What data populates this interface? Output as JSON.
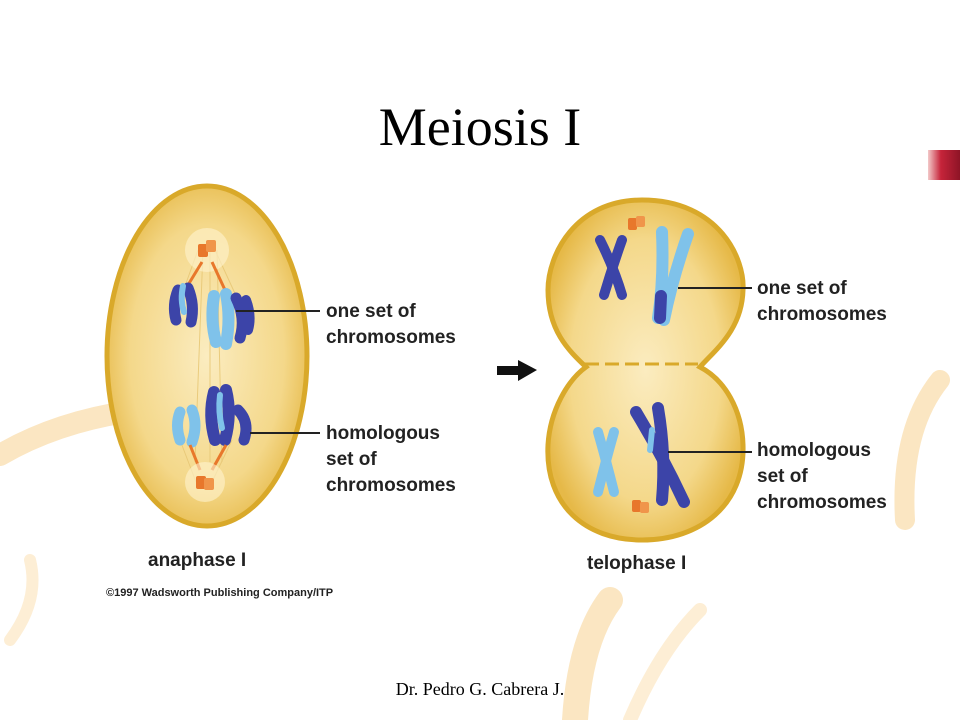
{
  "slide": {
    "title": "Meiosis I",
    "footer": "Dr. Pedro G. Cabrera J."
  },
  "diagram": {
    "left_cell": {
      "caption": "anaphase I",
      "label_top": [
        "one set of",
        "chromosomes"
      ],
      "label_bottom": [
        "homologous",
        "set of",
        "chromosomes"
      ]
    },
    "right_cell": {
      "caption": "telophase I",
      "label_top": [
        "one set of",
        "chromosomes"
      ],
      "label_bottom": [
        "homologous",
        "set of",
        "chromosomes"
      ]
    },
    "copyright": "©1997 Wadsworth Publishing Company/ITP",
    "colors": {
      "cell_fill": "#f6dc92",
      "cell_edge": "#d9a92a",
      "chrom_dark": "#3c44a8",
      "chrom_light": "#7fc2ea",
      "centriole": "#e8772b",
      "background_swirl": "#fbe6c2",
      "accent_tab": "#c6243a"
    }
  }
}
